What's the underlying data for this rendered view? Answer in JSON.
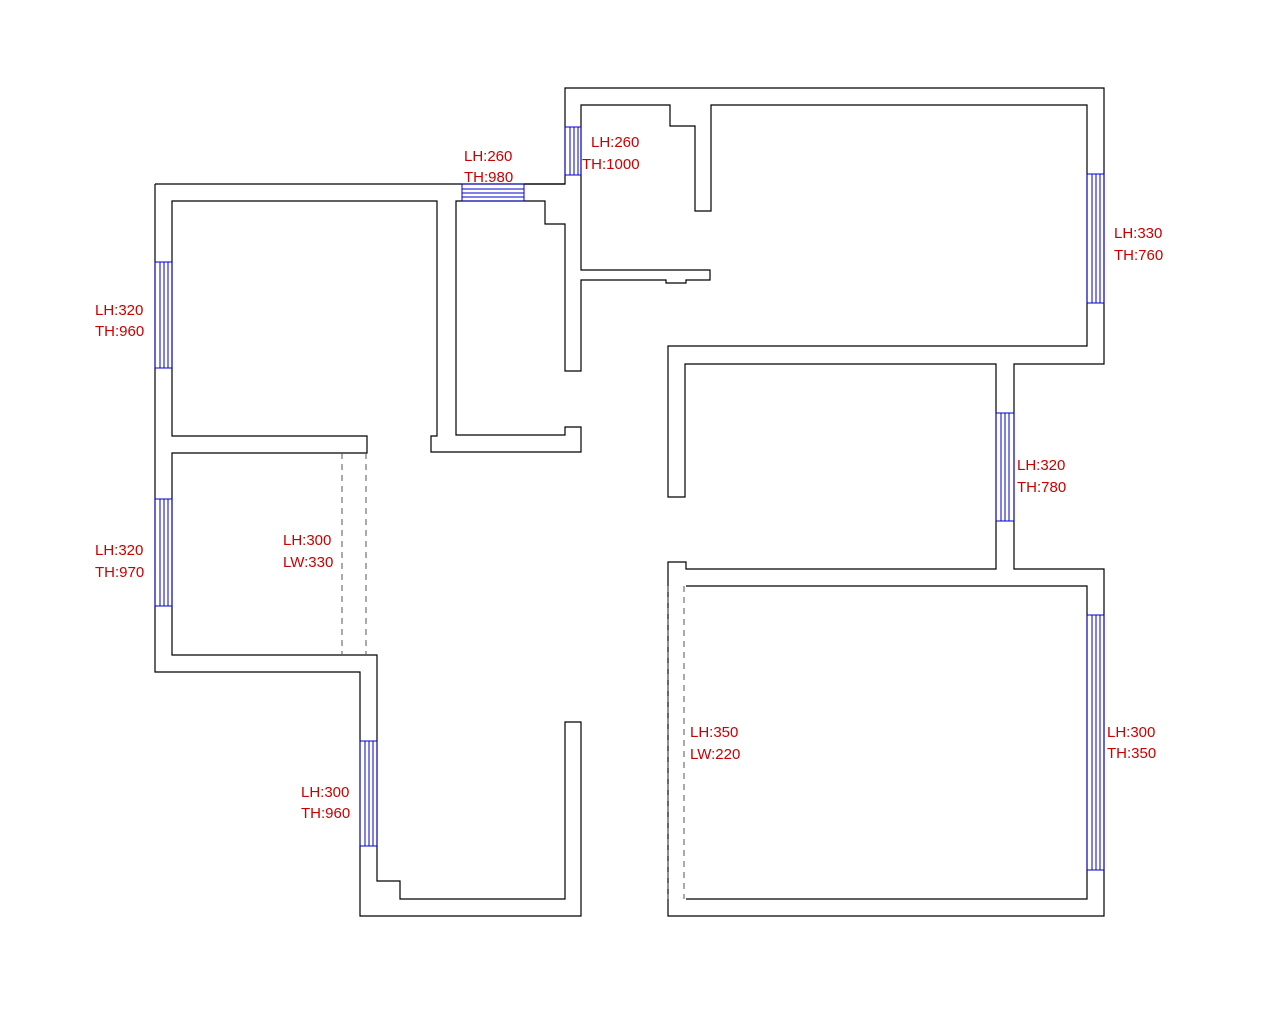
{
  "colors": {
    "wall": "#000000",
    "window": "#0000cc",
    "label": "#cc0000",
    "opening": "#555555",
    "background": "#ffffff"
  },
  "windows": [
    {
      "id": "top-left",
      "lh": "LH:260",
      "th": "TH:980"
    },
    {
      "id": "top-center",
      "lh": "LH:260",
      "th": "TH:1000"
    },
    {
      "id": "left-upper",
      "lh": "LH:320",
      "th": "TH:960"
    },
    {
      "id": "right-upper",
      "lh": "LH:330",
      "th": "TH:760"
    },
    {
      "id": "middle",
      "lh": "LH:320",
      "th": "TH:780"
    },
    {
      "id": "left-lower",
      "lh": "LH:320",
      "th": "TH:970"
    },
    {
      "id": "bottom-left",
      "lh": "LH:300",
      "th": "TH:960"
    },
    {
      "id": "right-lower",
      "lh": "LH:300",
      "th": "TH:350"
    }
  ],
  "openings": [
    {
      "id": "left",
      "lh": "LH:300",
      "lw": "LW:330"
    },
    {
      "id": "right",
      "lh": "LH:350",
      "lw": "LW:220"
    }
  ]
}
